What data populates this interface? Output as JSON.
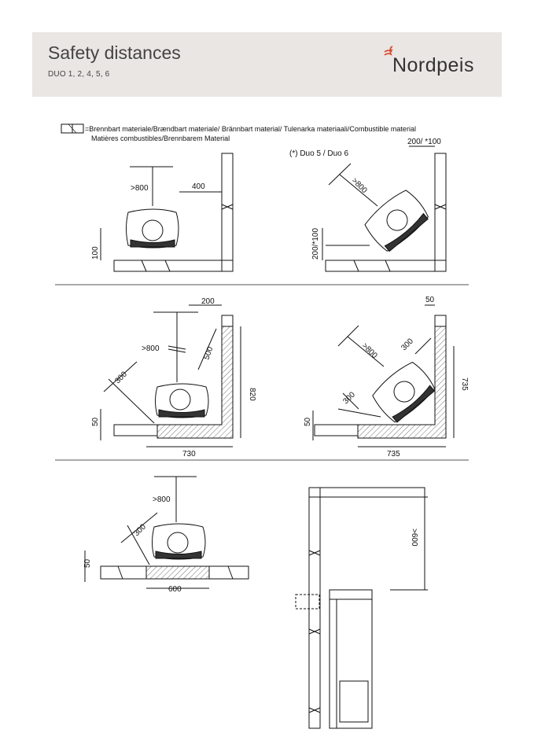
{
  "header": {
    "title": "Safety distances",
    "subtitle": "DUO 1, 2, 4, 5, 6",
    "logo": "Nordpeis"
  },
  "legend": {
    "line1": "=Brennbart materiale/Brændbart materiale/ Brännbart material/ Tulenarka materiaali/Combustible material",
    "line2": "Matières combustibles/Brennbarem Material"
  },
  "note": "(*) Duo 5 / Duo 6",
  "dims": {
    "d1_front": ">800",
    "d1_side": "400",
    "d1_back": "100",
    "d2_diag": ">800",
    "d2_top": "200/ *100",
    "d2_left": "200/*100",
    "d3_front": ">800",
    "d3_top": "200",
    "d3_side": "500",
    "d3_diag": "300",
    "d3_height": "820",
    "d3_left": "50",
    "d3_width": "730",
    "d4_diag": ">800",
    "d4_top": "50",
    "d4_side": "300",
    "d4_diag2": "300",
    "d4_height": "735",
    "d4_left": "50",
    "d4_width": "735",
    "d5_front": ">800",
    "d5_diag": "300",
    "d5_left": "50",
    "d5_width": "600",
    "d6_height": ">600"
  }
}
